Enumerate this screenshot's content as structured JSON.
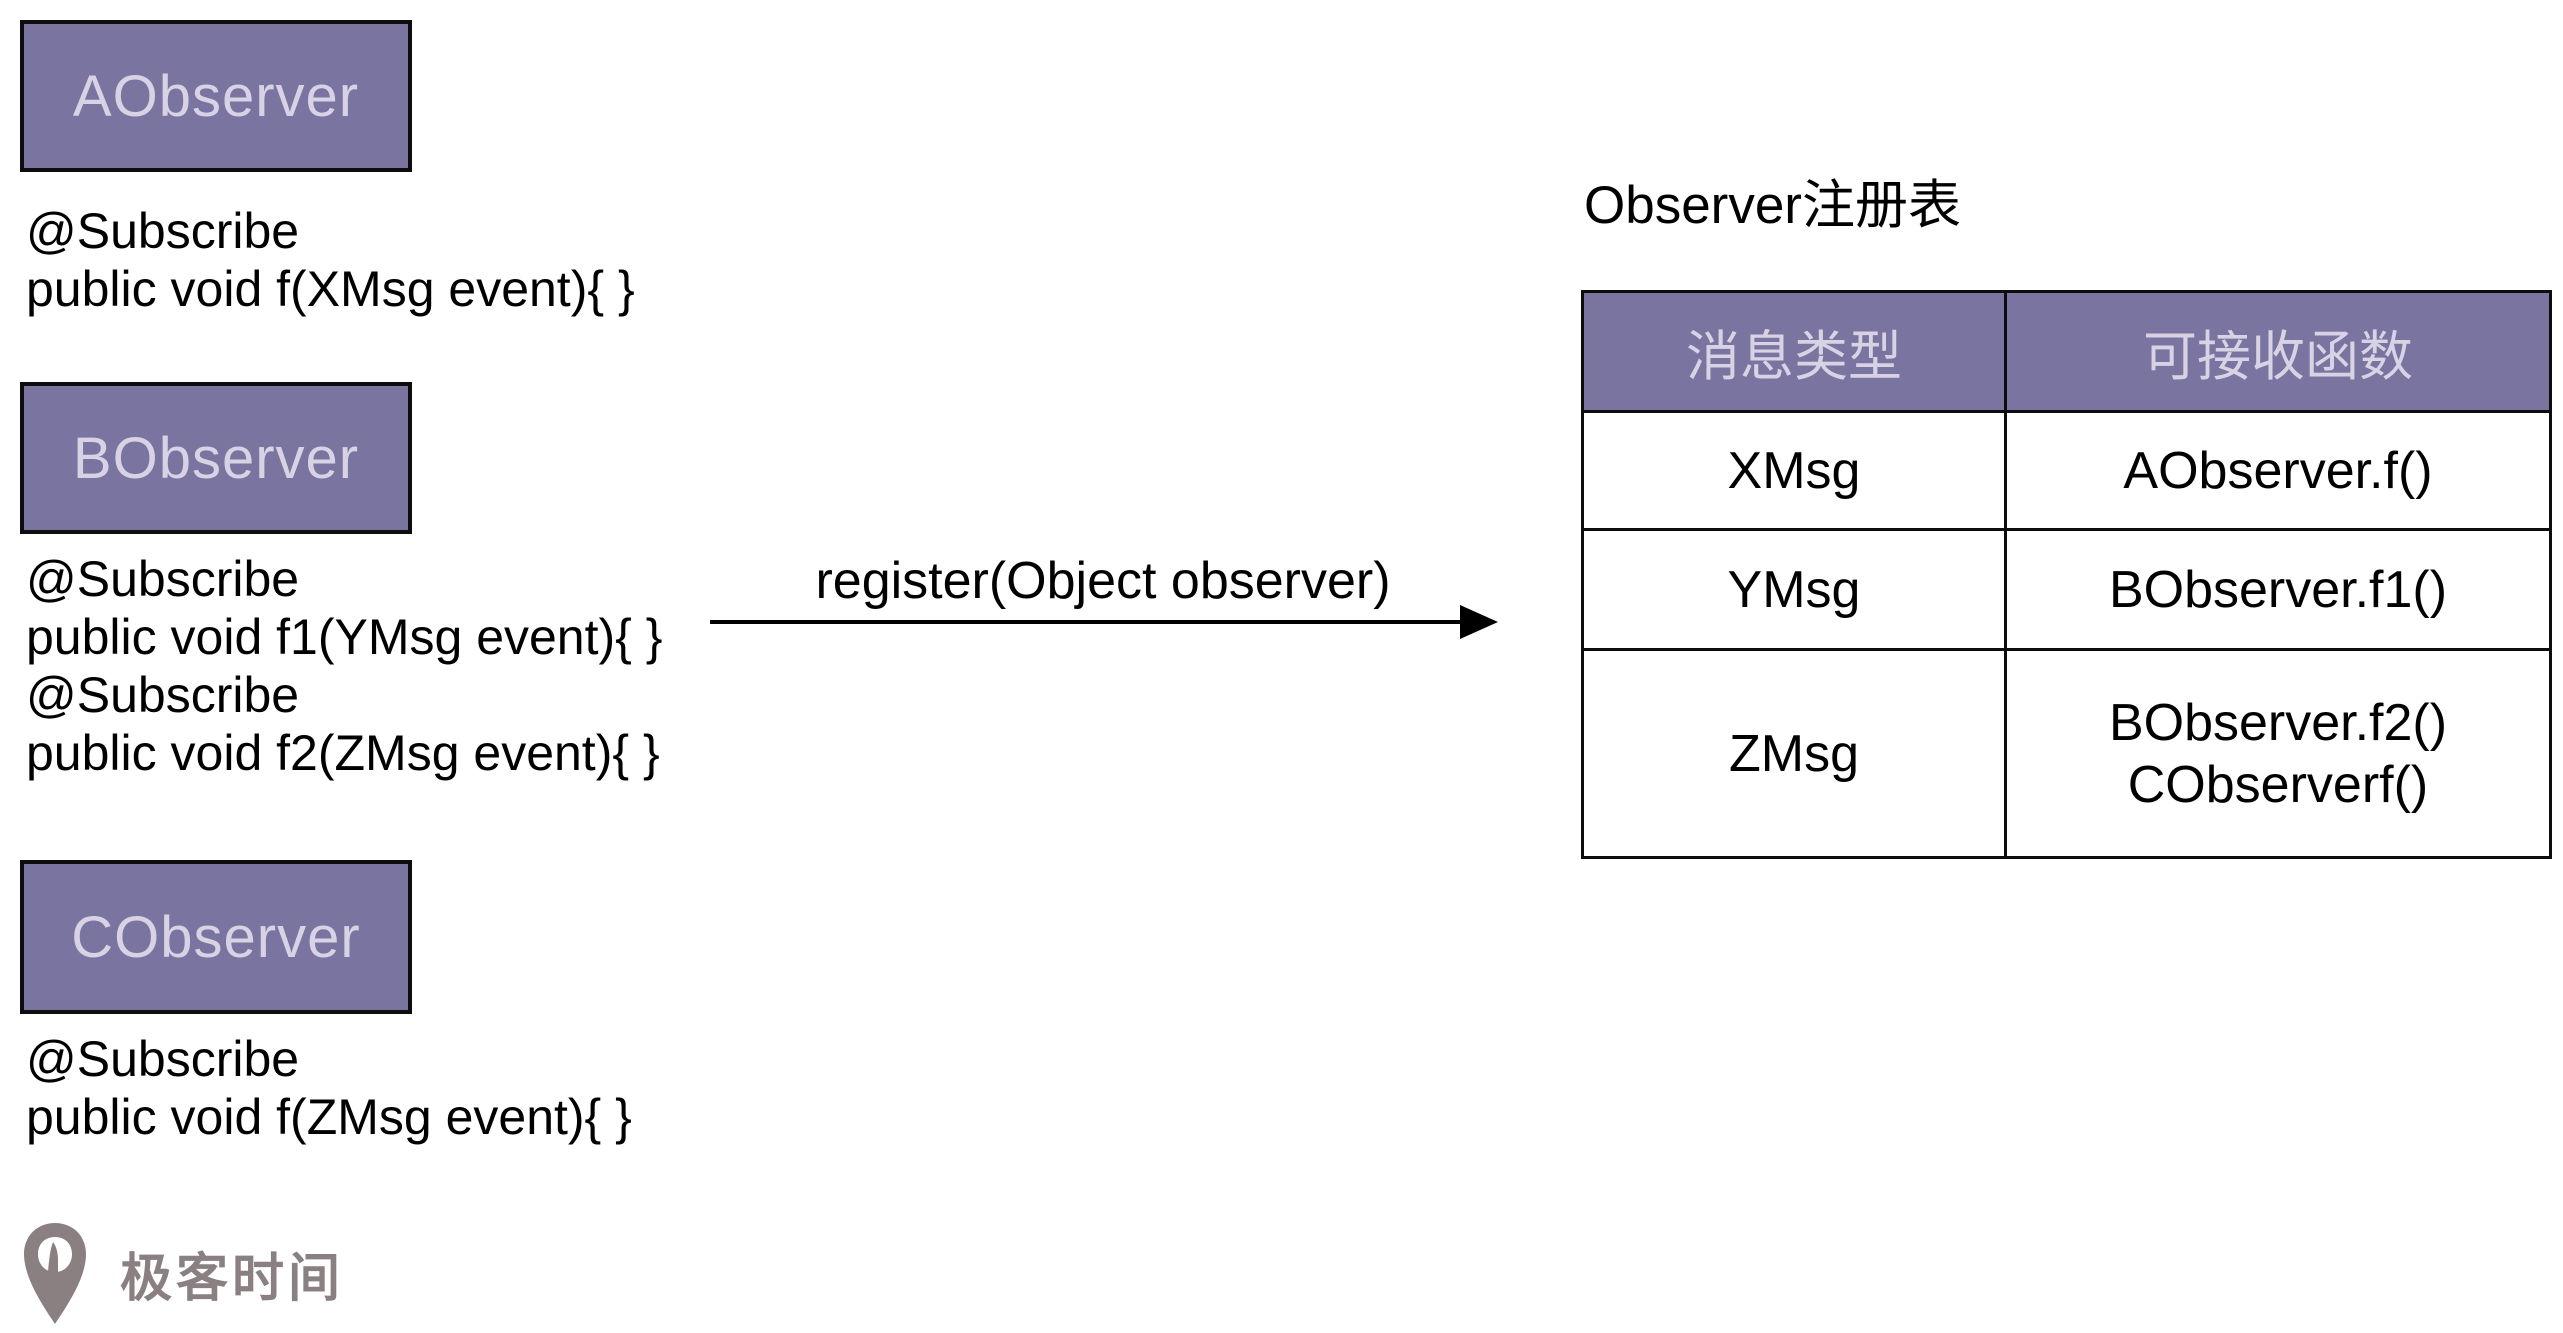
{
  "observers": [
    {
      "name": "AObserver",
      "code": [
        "@Subscribe",
        "public void f(XMsg event){ }"
      ]
    },
    {
      "name": "BObserver",
      "code": [
        "@Subscribe",
        "public void f1(YMsg event){ }",
        "@Subscribe",
        "public void f2(ZMsg event){ }"
      ]
    },
    {
      "name": "CObserver",
      "code": [
        "@Subscribe",
        "public void f(ZMsg event){ }"
      ]
    }
  ],
  "arrow": {
    "label": "register(Object observer)"
  },
  "table": {
    "title": "Observer注册表",
    "headers": [
      "消息类型",
      "可接收函数"
    ],
    "rows": [
      {
        "type": "XMsg",
        "functions": [
          "AObserver.f()"
        ]
      },
      {
        "type": "YMsg",
        "functions": [
          "BObserver.f1()"
        ]
      },
      {
        "type": "ZMsg",
        "functions": [
          "BObserver.f2()",
          "CObserverf()"
        ]
      }
    ]
  },
  "logo": {
    "text": "极客时间"
  },
  "colors": {
    "box_fill": "#7a74a0",
    "box_border": "#0d0d0d",
    "box_text": "#d8d3e4",
    "table_header_fill": "#7a74a0",
    "table_border": "#0d0d0d",
    "code_text": "#000000",
    "logo_gray": "#8a7f81",
    "background": "#ffffff"
  }
}
